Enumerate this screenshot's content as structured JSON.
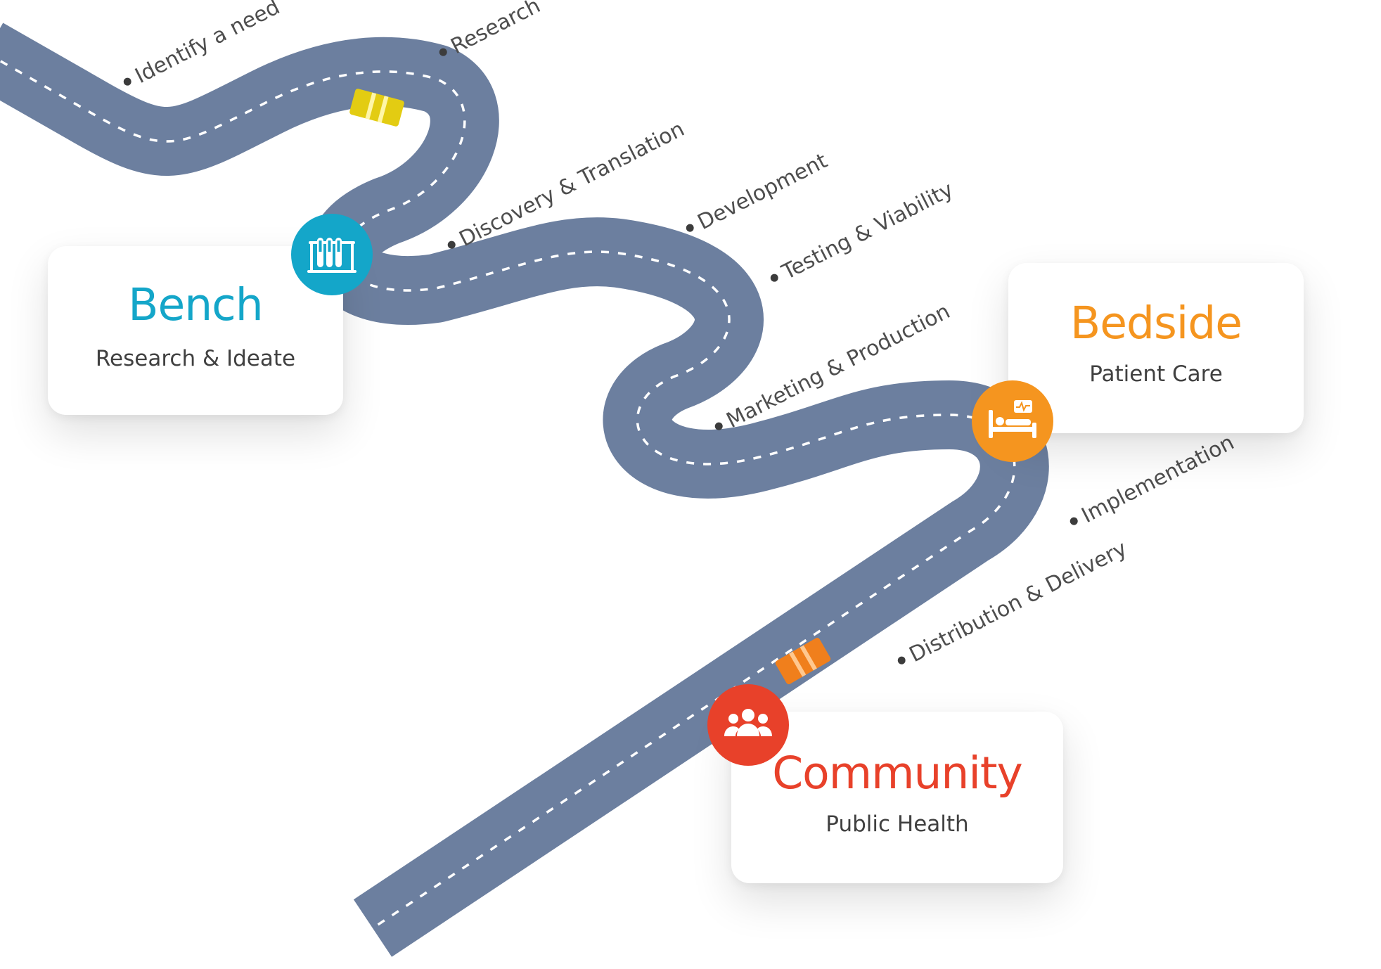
{
  "steps": [
    {
      "label": "Identify a need"
    },
    {
      "label": "Research"
    },
    {
      "label": "Discovery & Translation"
    },
    {
      "label": "Development"
    },
    {
      "label": "Testing & Viability"
    },
    {
      "label": "Marketing & Production"
    },
    {
      "label": "Implementation"
    },
    {
      "label": "Distribution & Delivery"
    }
  ],
  "stages": {
    "bench": {
      "title": "Bench",
      "subtitle": "Research & Ideate",
      "color": "#14a6c9",
      "icon": "test-tubes-icon"
    },
    "bedside": {
      "title": "Bedside",
      "subtitle": "Patient Care",
      "color": "#f5951f",
      "icon": "hospital-bed-icon"
    },
    "community": {
      "title": "Community",
      "subtitle": "Public Health",
      "color": "#e8412a",
      "icon": "group-icon"
    }
  },
  "colors": {
    "road": "#6c7f9f",
    "road_marking": "#ffffff",
    "yellow_car": "#e3cc12",
    "orange_car": "#f07f1c",
    "label_text": "#4e4e4e"
  }
}
